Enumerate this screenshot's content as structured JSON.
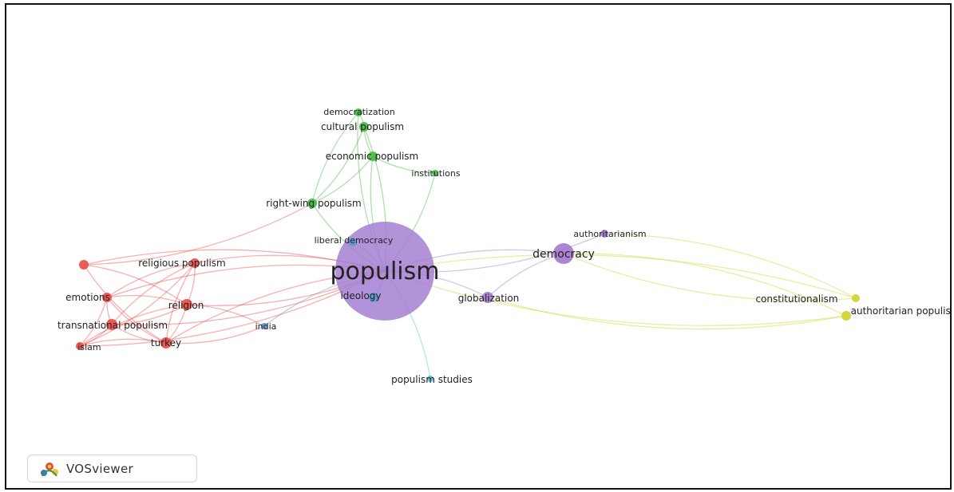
{
  "app": {
    "name": "VOSviewer"
  },
  "colors": {
    "cluster_red": "#e8524f",
    "cluster_green": "#4cbb47",
    "cluster_blue": "#5b9bd5",
    "cluster_purple": "#a57fd1",
    "cluster_yellow": "#d4d236",
    "cluster_cyan": "#5ec6d8"
  },
  "network": {
    "nodes": [
      {
        "id": "populism",
        "label": "populism",
        "cluster": "purple",
        "weight": "largest"
      },
      {
        "id": "democracy",
        "label": "democracy",
        "cluster": "purple",
        "weight": "medium"
      },
      {
        "id": "authoritarianism",
        "label": "authoritarianism",
        "cluster": "purple",
        "weight": "small"
      },
      {
        "id": "globalization",
        "label": "globalization",
        "cluster": "purple",
        "weight": "small"
      },
      {
        "id": "liberal_democracy",
        "label": "liberal democracy",
        "cluster": "blue",
        "weight": "small"
      },
      {
        "id": "ideology",
        "label": "ideology",
        "cluster": "blue",
        "weight": "small"
      },
      {
        "id": "india",
        "label": "india",
        "cluster": "blue",
        "weight": "small"
      },
      {
        "id": "democratization",
        "label": "democratization",
        "cluster": "green",
        "weight": "small"
      },
      {
        "id": "cultural_populism",
        "label": "cultural populism",
        "cluster": "green",
        "weight": "small"
      },
      {
        "id": "economic_populism",
        "label": "economic populism",
        "cluster": "green",
        "weight": "small"
      },
      {
        "id": "institutions",
        "label": "institutions",
        "cluster": "green",
        "weight": "small"
      },
      {
        "id": "right_wing_populism",
        "label": "right-wing populism",
        "cluster": "green",
        "weight": "small"
      },
      {
        "id": "religious_populism",
        "label": "religious populism",
        "cluster": "red",
        "weight": "small"
      },
      {
        "id": "emotions",
        "label": "emotions",
        "cluster": "red",
        "weight": "small"
      },
      {
        "id": "religion",
        "label": "religion",
        "cluster": "red",
        "weight": "small"
      },
      {
        "id": "transnational_populism",
        "label": "transnational populism",
        "cluster": "red",
        "weight": "small"
      },
      {
        "id": "turkey",
        "label": "turkey",
        "cluster": "red",
        "weight": "small"
      },
      {
        "id": "islam",
        "label": "islam",
        "cluster": "red",
        "weight": "small"
      },
      {
        "id": "red_unlabeled",
        "label": "",
        "cluster": "red",
        "weight": "small"
      },
      {
        "id": "constitutionalism",
        "label": "constitutionalism",
        "cluster": "yellow",
        "weight": "small"
      },
      {
        "id": "authoritarian_populism",
        "label": "authoritarian populism",
        "cluster": "yellow",
        "weight": "small"
      },
      {
        "id": "populism_studies",
        "label": "populism studies",
        "cluster": "cyan",
        "weight": "small"
      }
    ]
  }
}
